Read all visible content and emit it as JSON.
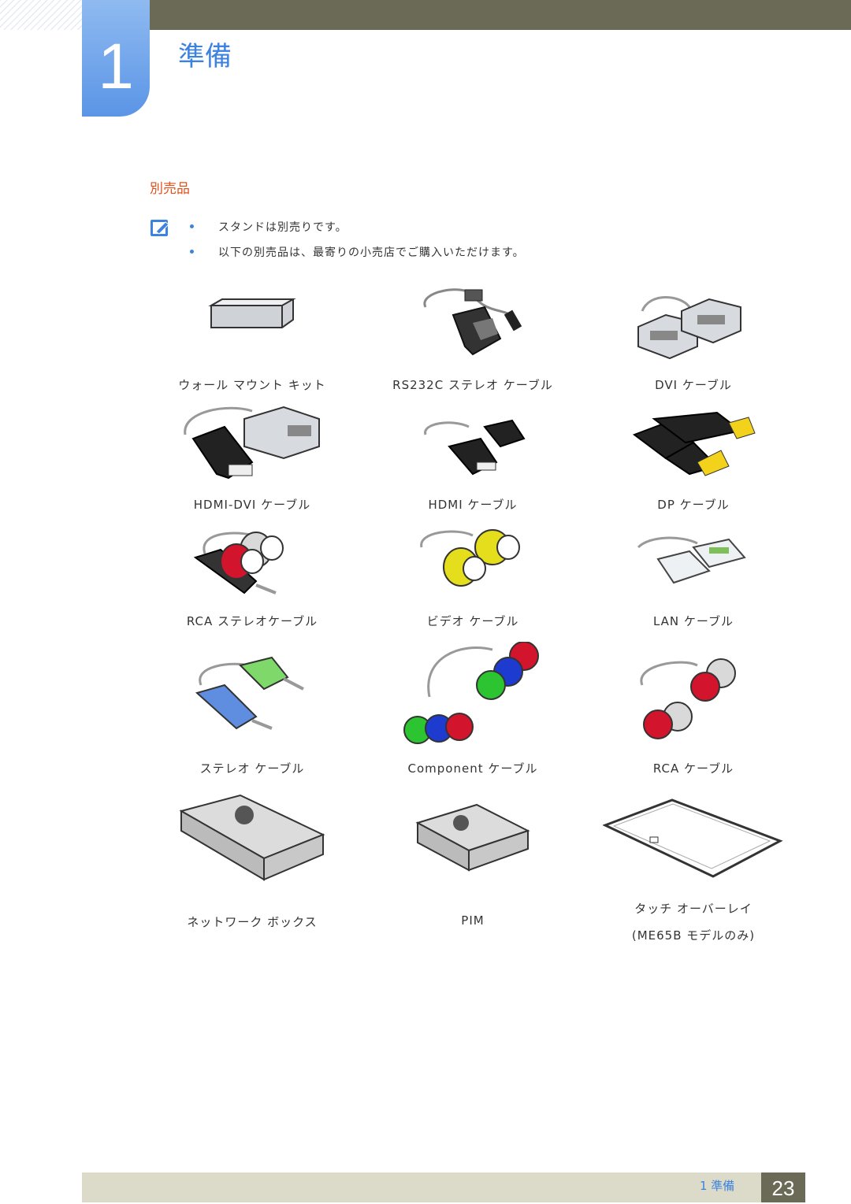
{
  "header": {
    "chapter_number": "1",
    "chapter_title": "準備"
  },
  "section": {
    "title": "別売品",
    "notes": [
      "スタンドは別売りです。",
      "以下の別売品は、最寄りの小売店でご購入いただけます。"
    ]
  },
  "items": [
    {
      "label": "ウォール マウント キット",
      "icon": "wall-mount-kit"
    },
    {
      "label": "RS232C ステレオ ケーブル",
      "icon": "rs232c-stereo-cable"
    },
    {
      "label": "DVI ケーブル",
      "icon": "dvi-cable"
    },
    {
      "label": "HDMI-DVI ケーブル",
      "icon": "hdmi-dvi-cable"
    },
    {
      "label": "HDMI ケーブル",
      "icon": "hdmi-cable"
    },
    {
      "label": "DP ケーブル",
      "icon": "dp-cable"
    },
    {
      "label": "RCA ステレオケーブル",
      "icon": "rca-stereo-cable"
    },
    {
      "label": "ビデオ ケーブル",
      "icon": "video-cable"
    },
    {
      "label": "LAN ケーブル",
      "icon": "lan-cable"
    },
    {
      "label": "ステレオ ケーブル",
      "icon": "stereo-cable"
    },
    {
      "label": "Component ケーブル",
      "icon": "component-cable"
    },
    {
      "label": "RCA ケーブル",
      "icon": "rca-cable"
    },
    {
      "label": "ネットワーク ボックス",
      "icon": "network-box"
    },
    {
      "label": "PIM",
      "icon": "pim"
    },
    {
      "label": "タッチ オーバーレイ",
      "sublabel": "(ME65B モデルのみ)",
      "icon": "touch-overlay"
    }
  ],
  "footer": {
    "chapter_ref": "1 準備",
    "page_number": "23"
  },
  "colors": {
    "accent_blue": "#3c82e0",
    "section_orange": "#e2501c",
    "bar_olive": "#6b6a57",
    "footer_beige": "#dcdbc9"
  }
}
